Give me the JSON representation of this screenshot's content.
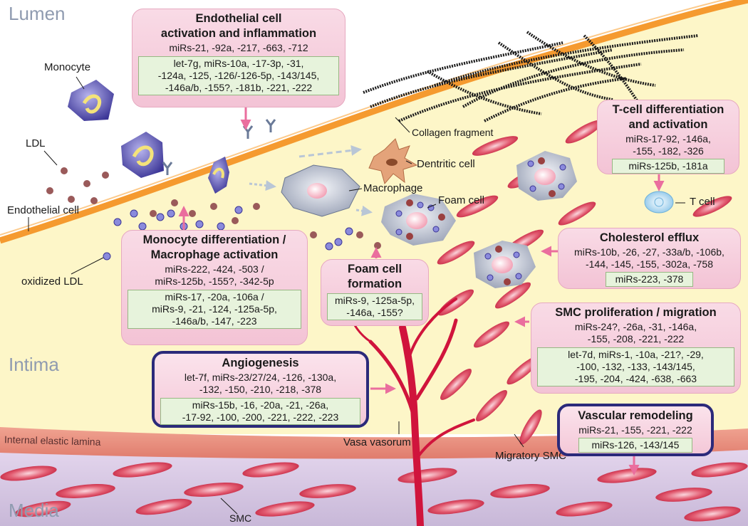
{
  "zones": {
    "lumen": "Lumen",
    "intima": "Intima",
    "media": "Media"
  },
  "labels": {
    "monocyte": "Monocyte",
    "ldl": "LDL",
    "endothelial_cell": "Endothelial cell",
    "oxidized_ldl": "oxidized LDL",
    "collagen_fragment": "Collagen fragment",
    "dentritic_cell": "Dentritic cell",
    "macrophage": "Macrophage",
    "foam_cell": "Foam cell",
    "t_cell": "T cell",
    "internal_elastic_lamina": "Internal elastic lamina",
    "vasa_vasorum": "Vasa vasorum",
    "migratory_smc": "Migratory SMC",
    "smc": "SMC"
  },
  "boxes": {
    "endothelial": {
      "title1": "Endothelial cell",
      "title2": "activation and inflammation",
      "line1": "miRs-21, -92a, -217, -663, -712",
      "green1": "let-7g, miRs-10a, -17-3p, -31,",
      "green2": "-124a, -125, -126/-126-5p, -143/145,",
      "green3": "-146a/b, -155?, -181b, -221, -222"
    },
    "tcell": {
      "title1": "T-cell differentiation",
      "title2": "and activation",
      "line1": "miRs-17-92, -146a,",
      "line2": "-155, -182, -326",
      "green1": "miRs-125b, -181a"
    },
    "cholesterol": {
      "title1": "Cholesterol efflux",
      "line1": "miRs-10b, -26, -27, -33a/b, -106b,",
      "line2": "-144, -145, -155, -302a, -758",
      "green1": "miRs-223, -378"
    },
    "monocyte": {
      "title1": "Monocyte differentiation /",
      "title2": "Macrophage activation",
      "line1": "miRs-222, -424, -503 /",
      "line2": "miRs-125b, -155?, -342-5p",
      "green1": "miRs-17, -20a, -106a /",
      "green2": "miRs-9, -21, -124, -125a-5p,",
      "green3": "-146a/b, -147, -223"
    },
    "foam": {
      "title1": "Foam cell",
      "title2": "formation",
      "green1": "miRs-9, -125a-5p,",
      "green2": "-146a, -155?"
    },
    "smc": {
      "title1": "SMC proliferation / migration",
      "line1": "miRs-24?, -26a, -31, -146a,",
      "line2": "-155, -208, -221, -222",
      "green1": "let-7d, miRs-1, -10a, -21?, -29,",
      "green2": "-100, -132, -133, -143/145,",
      "green3": "-195, -204, -424, -638, -663"
    },
    "angio": {
      "title1": "Angiogenesis",
      "line1": "let-7f, miRs-23/27/24, -126, -130a,",
      "line2": "-132, -150, -210, -218, -378",
      "green1": "miRs-15b, -16, -20a, -21, -26a,",
      "green2": "-17-92, -100, -200, -221, -222, -223"
    },
    "vascular": {
      "title1": "Vascular remodeling",
      "line1": "miRs-21, -155, -221, -222",
      "green1": "miRs-126, -143/145"
    }
  },
  "colors": {
    "lumen": "#ffffff",
    "intima": "#fdf6c8",
    "endothelium": "#f59a2f",
    "elastic_lamina": "#e8887a",
    "media": "#d8c9e3",
    "smc": "#d9405a",
    "vessel": "#d0143c",
    "box_border_navy": "#2b2a7a",
    "arrow": "#ea6e9e"
  }
}
